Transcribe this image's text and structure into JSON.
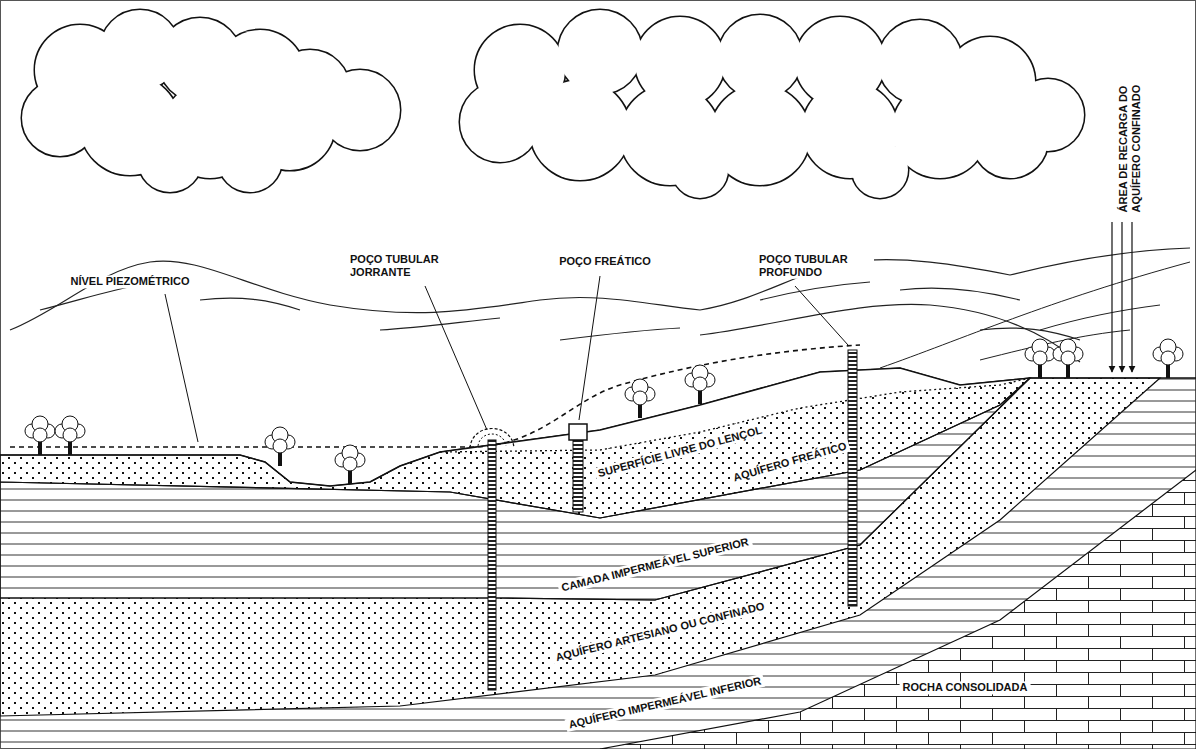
{
  "diagram": {
    "labels": [
      "ÁREA DE RECARGA DO AQUÍFERO CONFINADO",
      "NÍVEL PIEZOMÉTRICO",
      "POÇO TUBULAR JORRANTE",
      "POÇO FREÁTICO",
      "POÇO TUBULAR PROFUNDO",
      "SUPERFÍCIE LIVRE DO LENÇOL",
      "AQUÍFERO FREÁTICO",
      "CAMADA IMPERMEÁVEL SUPERIOR",
      "AQUÍFERO ARTESIANO OU CONFINADO",
      "AQUÍFERO IMPERMEÁVEL INFERIOR",
      "ROCHA CONSOLIDADA"
    ]
  }
}
